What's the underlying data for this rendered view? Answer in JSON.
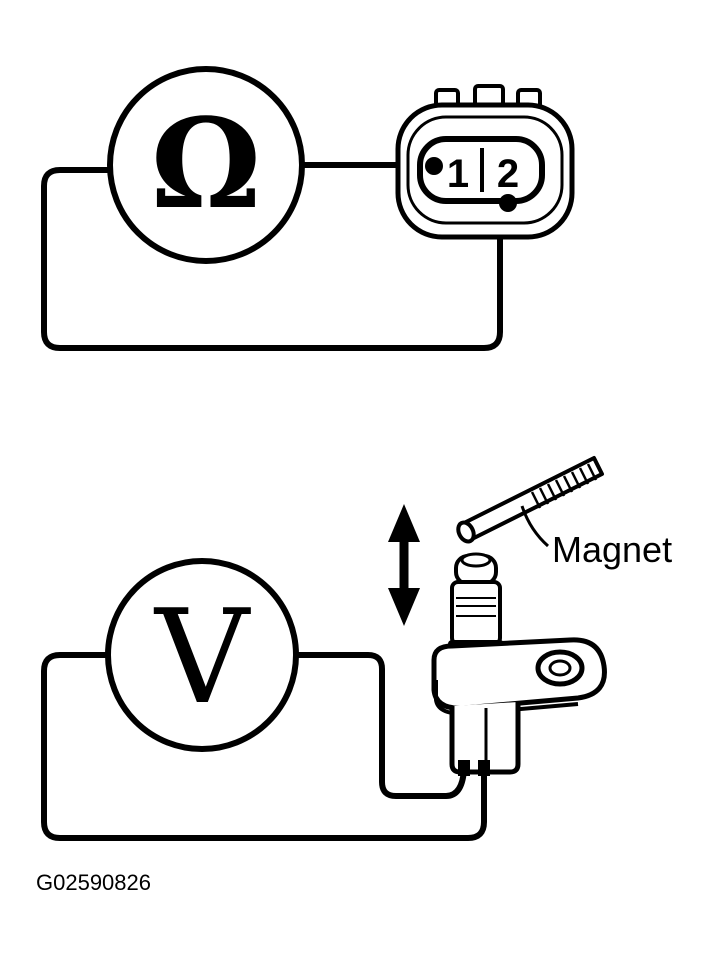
{
  "ohmmeter": {
    "symbol": "Ω"
  },
  "connector": {
    "pin1": "1",
    "pin2": "2"
  },
  "voltmeter": {
    "symbol": "V"
  },
  "labels": {
    "magnet": "Magnet"
  },
  "figure": {
    "code": "G02590826"
  },
  "colors": {
    "line": "#000000",
    "background": "#ffffff"
  }
}
